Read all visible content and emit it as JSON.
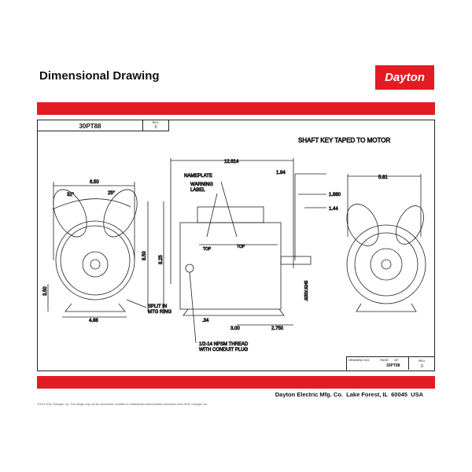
{
  "header": {
    "title": "Dimensional Drawing",
    "logo": "Dayton"
  },
  "drawing": {
    "number": "30PT88",
    "rev_label": "REV.",
    "rev": "0",
    "note": "SHAFT KEY TAPED TO MOTOR",
    "dims": {
      "d650": "6.50",
      "a32": "32°",
      "a25": "25°",
      "d850": "8.50",
      "d825": "8.25",
      "d350": "3.50",
      "d488": "4.88",
      "d12814": "12.814",
      "d194": "1.94",
      "d1880": "1.880",
      "d144": "1.44",
      "d581": "5.81",
      "d034": ".34",
      "d300": "3.00",
      "d2750": "2.750",
      "d6250": ".6250/.6245"
    },
    "labels": {
      "nameplate": "NAMEPLATE",
      "warning1": "WARNING",
      "warning2": "LABEL",
      "top1": "TOP",
      "top2": "TOP",
      "split1": "SPLIT IN",
      "split2": "MTG RING",
      "npsm1": "1/2-14 NPSM THREAD",
      "npsm2": "WITH CONDUIT PLUG"
    },
    "title_block": {
      "drawing_no_label": "DRAWING NO.",
      "page_label": "PAGE",
      "of_label": "OF",
      "drawing_no": "30PT88",
      "rev_label": "REV.",
      "rev": "0"
    }
  },
  "footer": {
    "company": "Dayton Electric Mfg. Co.  Lake Forest, IL  60045  USA",
    "copyright": "©2013 W.W. Grainger, Inc.  This design may not be reproduced, modified or redistributed without written permission from W.W. Grainger, Inc."
  }
}
